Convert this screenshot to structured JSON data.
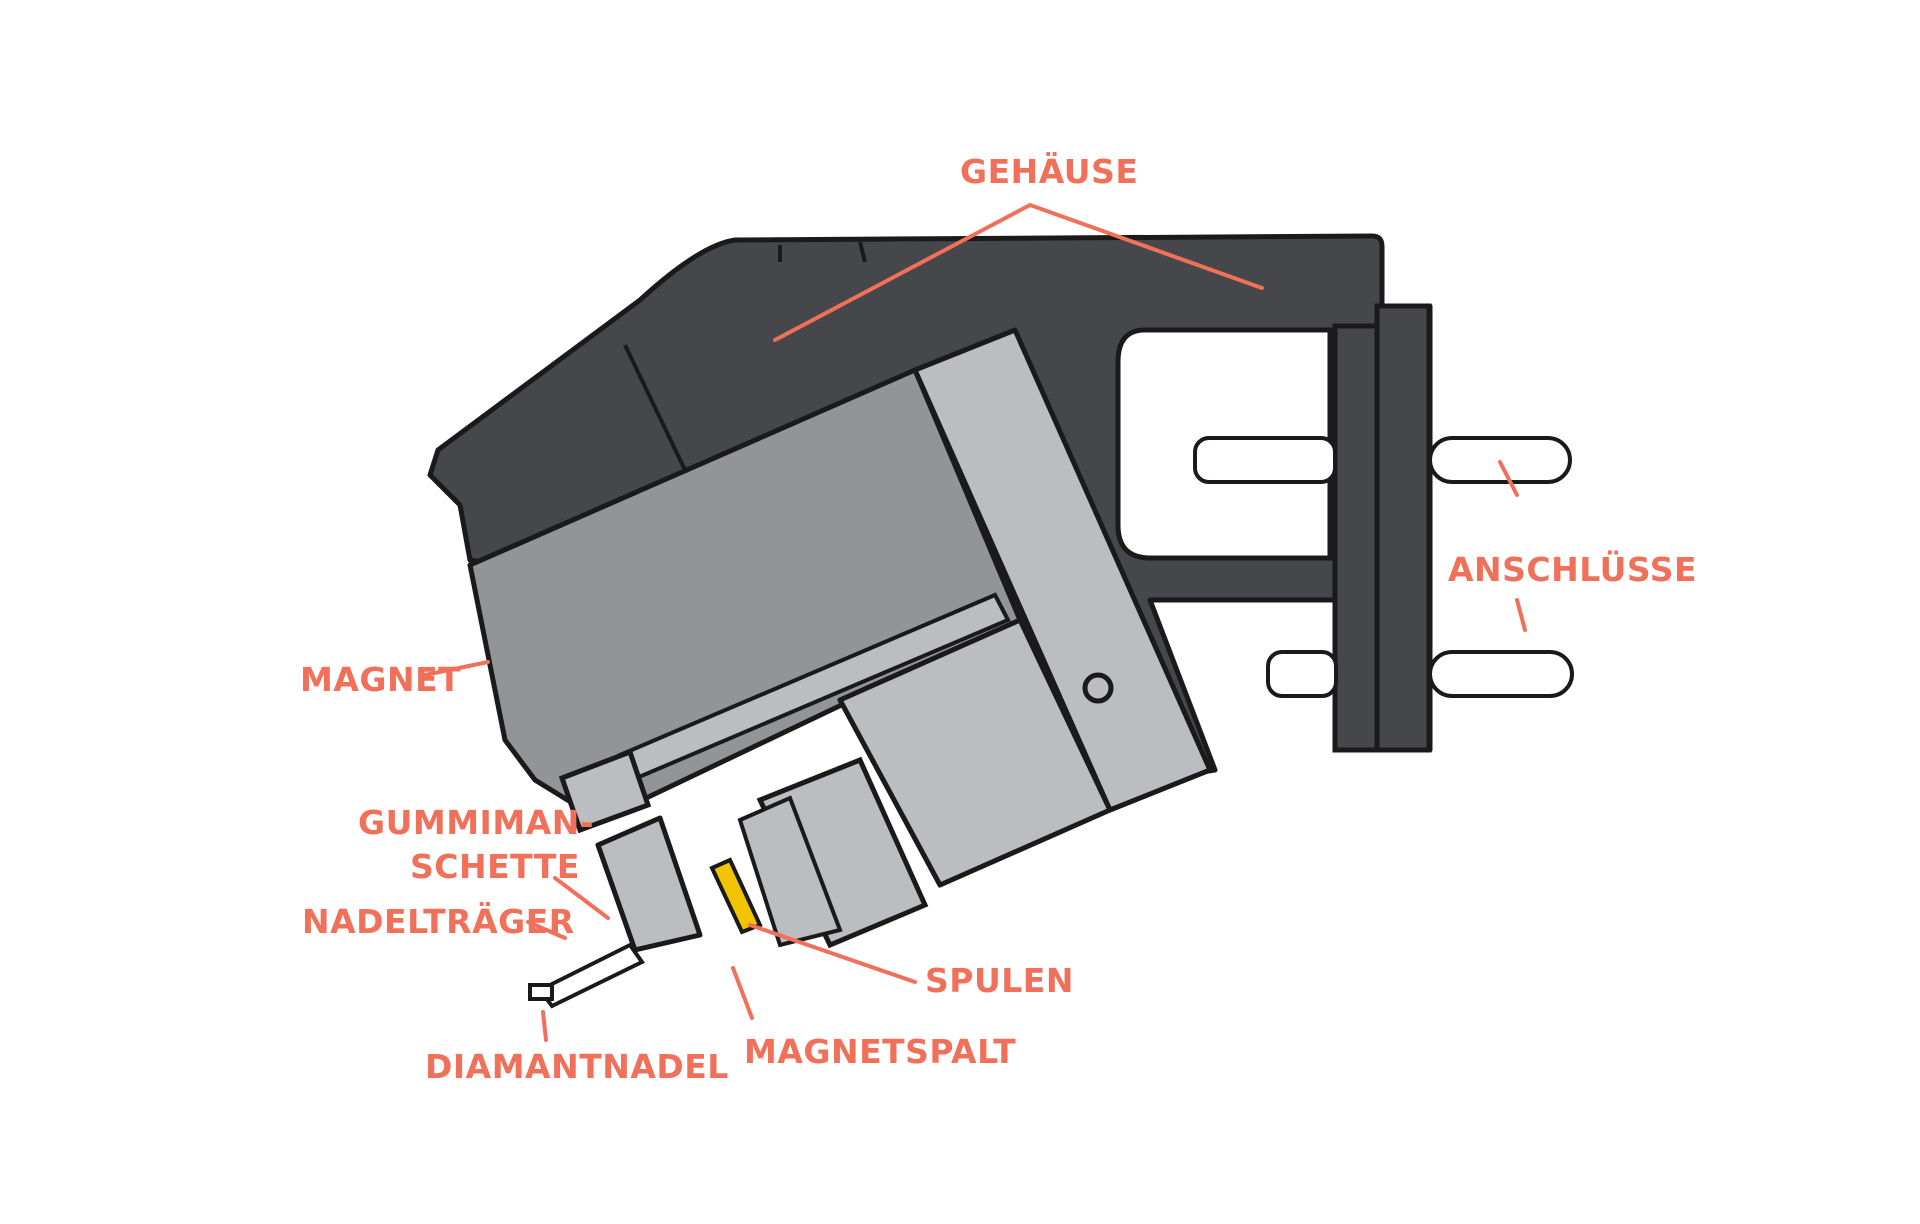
{
  "colors": {
    "label": "#f0705a",
    "housing": "#45474a",
    "magnet": "#929497",
    "pole": "#bcbdc0",
    "coil": "#f2c400",
    "outline": "#1a1a1a",
    "pin": "#ffffff"
  },
  "labels": {
    "gehause": "GEHÄUSE",
    "anschlusse": "ANSCHLÜSSE",
    "magnet": "MAGNET",
    "gummimanschette_line1": "GUMMIMAN-",
    "gummimanschette_line2": "SCHETTE",
    "nadeltrager": "NADELTRÄGER",
    "spulen": "SPULEN",
    "magnetspalt": "MAGNETSPALT",
    "diamantnadel": "DIAMANTNADEL"
  }
}
